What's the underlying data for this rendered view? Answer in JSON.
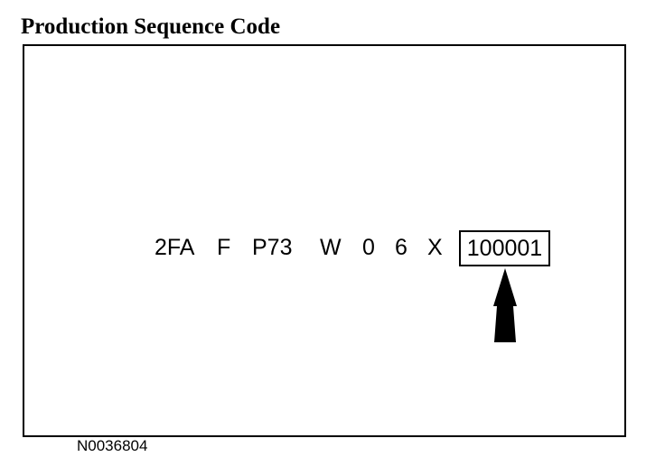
{
  "title": "Production Sequence Code",
  "vin": {
    "segments": [
      "2FA",
      "F",
      "P73",
      "W",
      "0",
      "6",
      "X"
    ],
    "sequence_number": "100001"
  },
  "figure_id": "N0036804",
  "colors": {
    "ink": "#000000",
    "background": "#ffffff"
  },
  "icons": {
    "pointer": "up-arrow-icon"
  }
}
